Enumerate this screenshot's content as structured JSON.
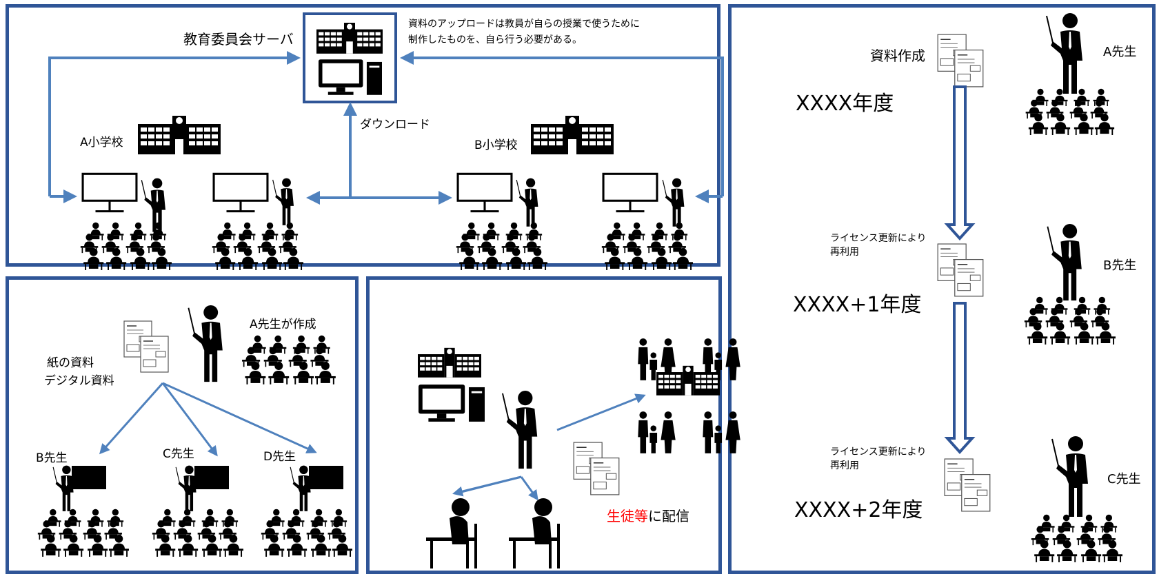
{
  "colors": {
    "frame": "#2f5597",
    "arrow": "#4f81bd",
    "icon": "#000000",
    "accent_red": "#ff0000"
  },
  "icons": [
    "school-building-icon",
    "computer-icon",
    "teacher-with-pointer-icon",
    "student-desk-icon",
    "electronic-whiteboard-icon",
    "blackboard-icon",
    "document-icon",
    "family-icon"
  ],
  "panel_server": {
    "server_label": "教育委員会サーバ",
    "note_line1": "資料のアップロードは教員が自らの授業で使うために",
    "note_line2": "制作したものを、自ら行う必要がある。",
    "download_label": "ダウンロード",
    "school_a": "A小学校",
    "school_b": "B小学校"
  },
  "panel_sharing": {
    "creator_label": "A先生が作成",
    "material_line1": "紙の資料",
    "material_line2": "デジタル資料",
    "teachers": [
      "B先生",
      "C先生",
      "D先生"
    ]
  },
  "panel_distribute": {
    "recipients_red": "生徒等",
    "recipients_rest": "に配信"
  },
  "panel_license": {
    "create_label": "資料作成",
    "years": [
      "XXXX年度",
      "XXXX+1年度",
      "XXXX+2年度"
    ],
    "reuse_line1": "ライセンス更新により",
    "reuse_line2": "再利用",
    "teachers": [
      "A先生",
      "B先生",
      "C先生"
    ]
  }
}
